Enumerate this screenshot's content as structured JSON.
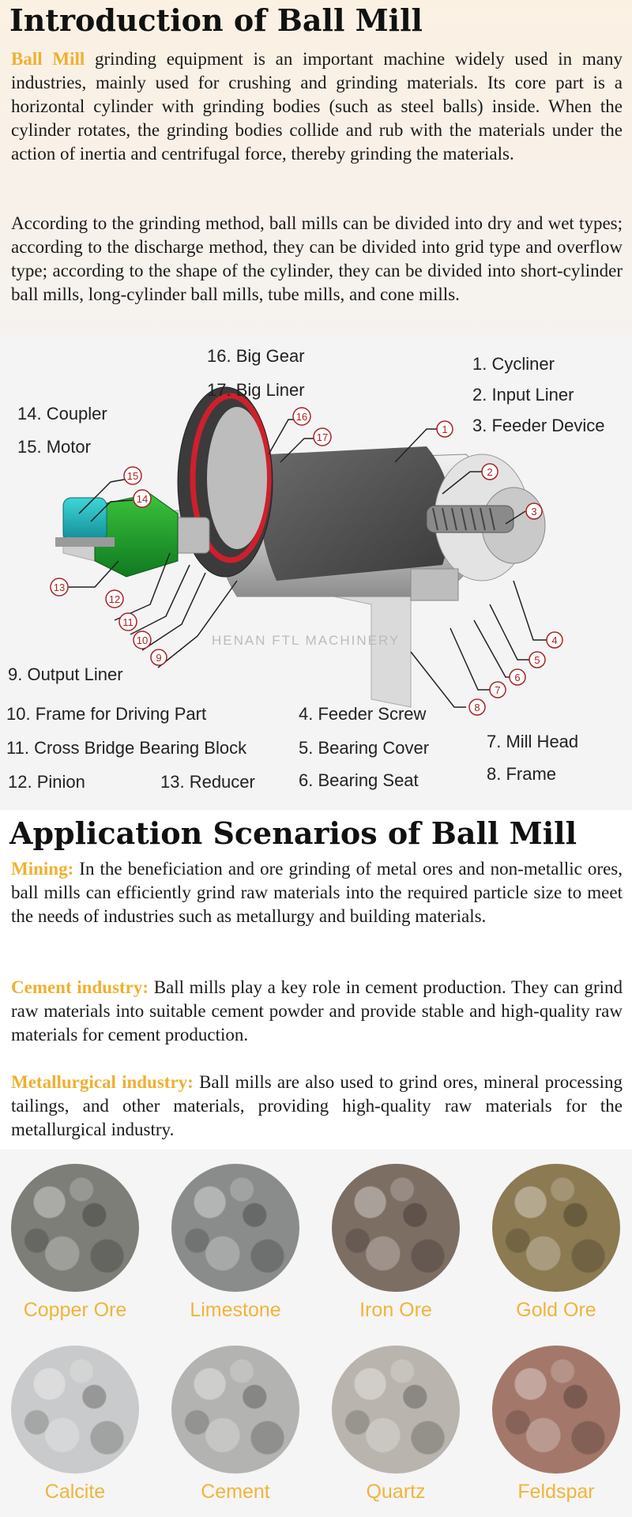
{
  "intro": {
    "title": "Introduction of Ball Mill",
    "p1_highlight": "Ball Mill",
    "p1_text": " grinding equipment is an important machine widely used in many industries, mainly used for crushing and grinding materials. Its core part is a horizontal cylinder with grinding bodies (such as steel balls) inside. When the cylinder rotates, the grinding bodies collide and rub with the materials under the action of inertia and centrifugal force, thereby grinding the materials.",
    "p2_text": "According to the grinding method, ball mills can be divided into dry and wet types; according to the discharge method, they can be divided into grid type and overflow type; according to the shape of the cylinder, they can be divided into short-cylinder ball mills, long-cylinder ball mills, tube mills, and cone mills."
  },
  "diagram": {
    "watermark": "HENAN FTL MACHINERY",
    "labels": {
      "l1": "1. Cycliner",
      "l2": "2. Input Liner",
      "l3": "3. Feeder Device",
      "l4": "4. Feeder Screw",
      "l5": "5. Bearing Cover",
      "l6": "6. Bearing Seat",
      "l7": "7. Mill Head",
      "l8": "8. Frame",
      "l9": "9. Output Liner",
      "l10": "10. Frame for Driving Part",
      "l11": "11. Cross Bridge Bearing Block",
      "l12": "12. Pinion",
      "l13": "13. Reducer",
      "l14": "14. Coupler",
      "l15": "15. Motor",
      "l16": "16. Big Gear",
      "l17": "17. Big Liner"
    },
    "callouts": [
      "1",
      "2",
      "3",
      "4",
      "5",
      "6",
      "7",
      "8",
      "9",
      "10",
      "11",
      "12",
      "13",
      "14",
      "15",
      "16",
      "17"
    ]
  },
  "application": {
    "title": "Application Scenarios of Ball Mill",
    "mining_label": "Mining:",
    "mining_text": " In the beneficiation and ore grinding of metal ores and non-metallic ores, ball mills can efficiently grind raw materials into the required particle size to meet the needs of industries such as metallurgy and building materials.",
    "cement_label": "Cement industry:",
    "cement_text": " Ball mills play a key role in cement production. They can grind raw materials into suitable cement powder and provide stable and high-quality raw materials for cement production.",
    "metal_label": "Metallurgical industry:",
    "metal_text": " Ball mills are also used to grind ores, mineral processing tailings, and other materials, providing high-quality raw materials for the metallurgical industry."
  },
  "materials": [
    {
      "name": "Copper Ore",
      "color": "#7d7e78"
    },
    {
      "name": "Limestone",
      "color": "#8a8c8c"
    },
    {
      "name": "Iron Ore",
      "color": "#7d6e64"
    },
    {
      "name": "Gold Ore",
      "color": "#8c7a52"
    },
    {
      "name": "Calcite",
      "color": "#c9cacb"
    },
    {
      "name": "Cement",
      "color": "#b3b3b1"
    },
    {
      "name": "Quartz",
      "color": "#b9b4ad"
    },
    {
      "name": "Feldspar",
      "color": "#a3786b"
    }
  ],
  "colors": {
    "accent": "#efb030"
  }
}
